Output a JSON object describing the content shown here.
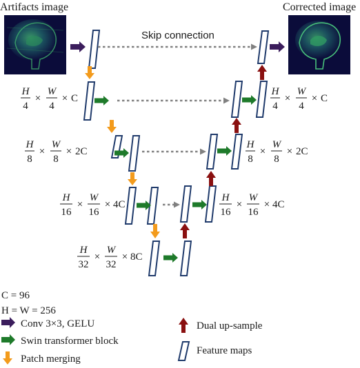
{
  "colors": {
    "feature_map_border": "#1f3a6b",
    "conv_arrow": "#3b1d5c",
    "swin_arrow": "#1e7a2a",
    "merge_arrow": "#f39b1c",
    "upsample_arrow": "#8a1010",
    "skip_line": "#808080",
    "image_bg": "#0b0c3a"
  },
  "titles": {
    "input": "Artifacts image",
    "output": "Corrected image"
  },
  "skip_label": "Skip connection",
  "levels": [
    {
      "h": "H",
      "hd": "4",
      "w": "W",
      "wd": "4",
      "c": "C"
    },
    {
      "h": "H",
      "hd": "8",
      "w": "W",
      "wd": "8",
      "c": "2C"
    },
    {
      "h": "H",
      "hd": "16",
      "w": "W",
      "wd": "16",
      "c": "4C"
    },
    {
      "h": "H",
      "hd": "32",
      "w": "W",
      "wd": "32",
      "c": "8C"
    }
  ],
  "times": "×",
  "params": {
    "c": "C = 96",
    "hw": "H = W = 256"
  },
  "legend": {
    "conv": "Conv 3×3, GELU",
    "swin": "Swin transformer block",
    "merge": "Patch merging",
    "upsample": "Dual up-sample",
    "feature": "Feature maps"
  }
}
